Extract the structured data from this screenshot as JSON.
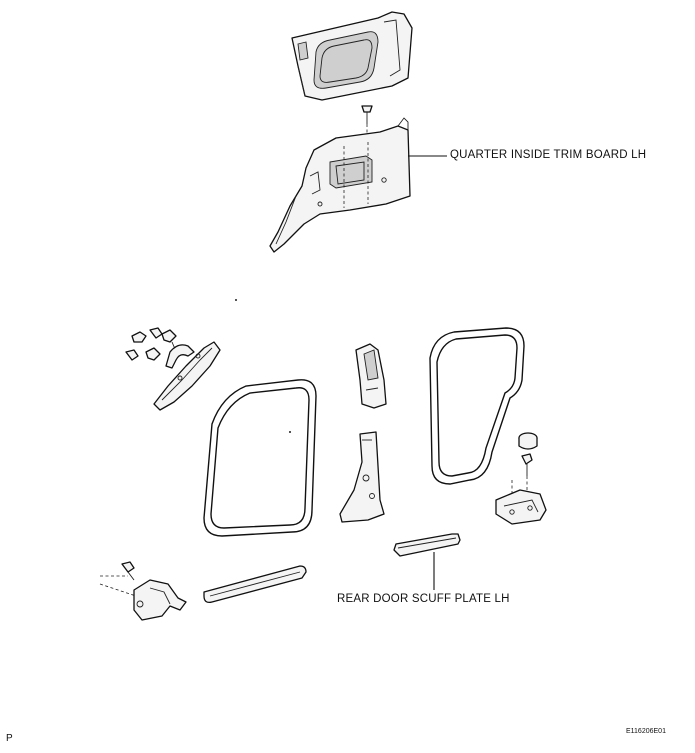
{
  "labels": {
    "quarter_trim": "QUARTER INSIDE TRIM BOARD LH",
    "scuff_plate": "REAR DOOR SCUFF PLATE LH"
  },
  "footer": {
    "page_letter": "P",
    "figure_code": "E116206E01"
  }
}
